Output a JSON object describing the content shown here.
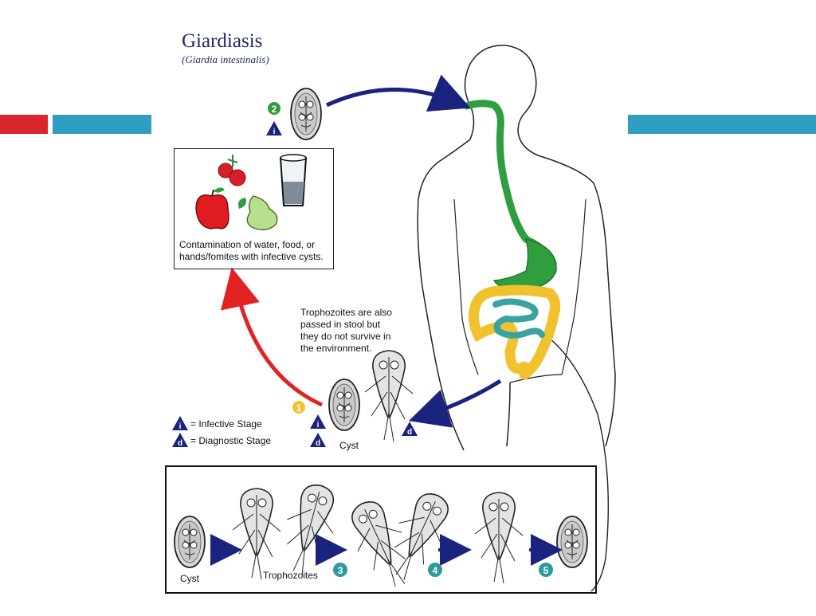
{
  "title": "Giardiasis",
  "subtitle": "(Giardia intestinalis)",
  "contamination_text_line1": "Contamination of water, food, or",
  "contamination_text_line2": "hands/fomites with infective cysts.",
  "trophozoite_note": [
    "Trophozoites are also",
    "passed in stool but",
    "they do not survive in",
    "the environment."
  ],
  "legend": {
    "infective": "= Infective Stage",
    "diagnostic": "= Diagnostic Stage",
    "infective_symbol": "i",
    "diagnostic_symbol": "d"
  },
  "stage_labels": {
    "cyst": "Cyst",
    "lc_cyst": "Cyst",
    "lc_trophozoites": "Trophozoites"
  },
  "steps": [
    "1",
    "2",
    "3",
    "4",
    "5"
  ],
  "colors": {
    "accent_red": "#d9262f",
    "accent_teal": "#2e9fc0",
    "arrow_navy": "#1a237e",
    "arrow_red": "#e32222",
    "esophagus_green": "#2e9e3e",
    "colon_yellow": "#f2c12e",
    "intestine_teal": "#3aa3a0",
    "step_green": "#2f9a3b",
    "step_yellow": "#f3c32f",
    "step_teal": "#2e9a9c"
  }
}
